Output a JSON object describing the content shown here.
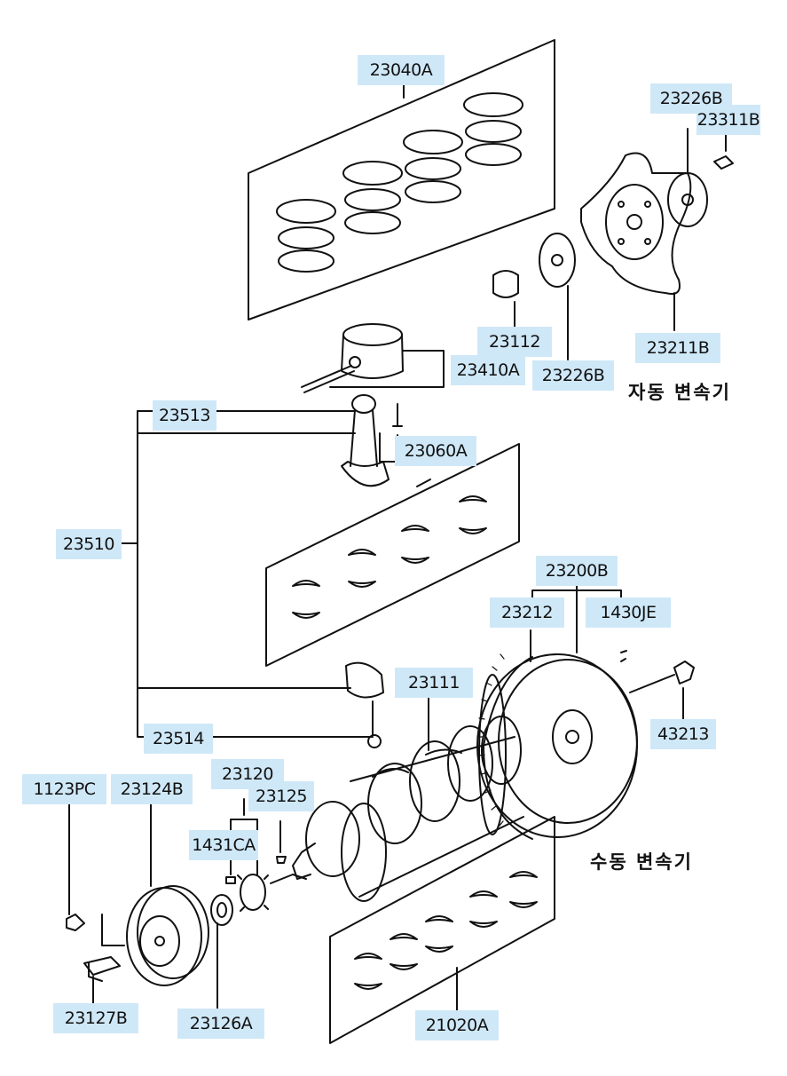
{
  "diagram": {
    "line_color": "#111111",
    "label_bg": "#cfe8f8",
    "part_labels": [
      {
        "id": "23040A"
      },
      {
        "id": "23226B"
      },
      {
        "id": "23311B"
      },
      {
        "id": "23112"
      },
      {
        "id": "23226B"
      },
      {
        "id": "23211B"
      },
      {
        "id": "23410A"
      },
      {
        "id": "23513"
      },
      {
        "id": "23060A"
      },
      {
        "id": "23510"
      },
      {
        "id": "23200B"
      },
      {
        "id": "23212"
      },
      {
        "id": "1430JE"
      },
      {
        "id": "23111"
      },
      {
        "id": "43213"
      },
      {
        "id": "23514"
      },
      {
        "id": "23120"
      },
      {
        "id": "1123PC"
      },
      {
        "id": "23124B"
      },
      {
        "id": "23125"
      },
      {
        "id": "1431CA"
      },
      {
        "id": "23127B"
      },
      {
        "id": "23126A"
      },
      {
        "id": "21020A"
      }
    ],
    "notes": {
      "auto_transmission": "자동 변속기",
      "manual_transmission": "수동 변속기"
    }
  }
}
